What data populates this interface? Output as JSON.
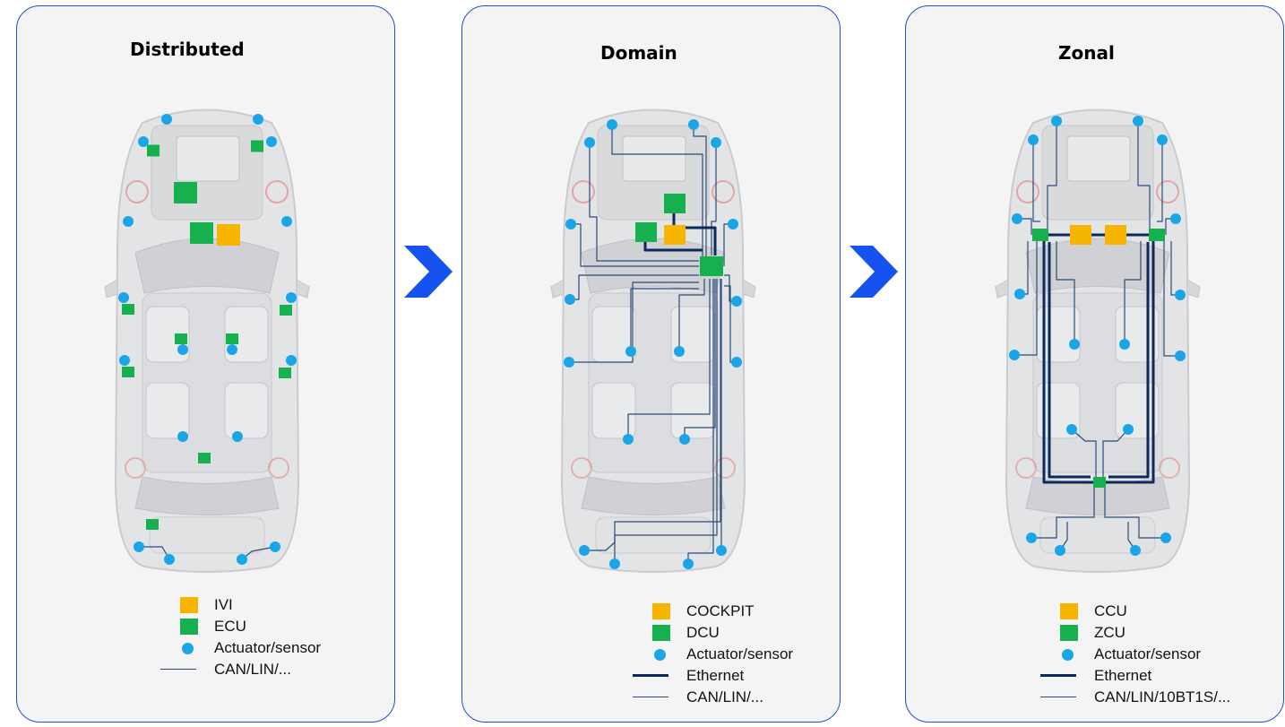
{
  "colors": {
    "border": "#1f4fd8",
    "panel_bg": "#f4f4f4",
    "ivi_cockpit_ccu": "#f7b500",
    "ecu_dcu_zcu": "#17b04f",
    "actuator_sensor": "#1aa6e6",
    "ethernet": "#0d2a5c",
    "can_lin": "#2c4a78",
    "arrow": "#1652f0"
  },
  "icons": {
    "transition_arrow": "chevron-right-icon"
  },
  "panels": [
    {
      "title": "Distributed",
      "legend": [
        {
          "symbol": "square-orange",
          "label": "IVI"
        },
        {
          "symbol": "square-green",
          "label": "ECU"
        },
        {
          "symbol": "dot-blue",
          "label": "Actuator/sensor"
        },
        {
          "symbol": "thin-line",
          "label": "CAN/LIN/..."
        }
      ]
    },
    {
      "title": "Domain",
      "legend": [
        {
          "symbol": "square-orange",
          "label": "COCKPIT"
        },
        {
          "symbol": "square-green",
          "label": "DCU"
        },
        {
          "symbol": "dot-blue",
          "label": "Actuator/sensor"
        },
        {
          "symbol": "thick-line",
          "label": "Ethernet"
        },
        {
          "symbol": "thin-line",
          "label": "CAN/LIN/..."
        }
      ]
    },
    {
      "title": "Zonal",
      "legend": [
        {
          "symbol": "square-orange",
          "label": "CCU"
        },
        {
          "symbol": "square-green",
          "label": "ZCU"
        },
        {
          "symbol": "dot-blue",
          "label": "Actuator/sensor"
        },
        {
          "symbol": "thick-line",
          "label": "Ethernet"
        },
        {
          "symbol": "thin-line",
          "label": "CAN/LIN/10BT1S/..."
        }
      ]
    }
  ]
}
